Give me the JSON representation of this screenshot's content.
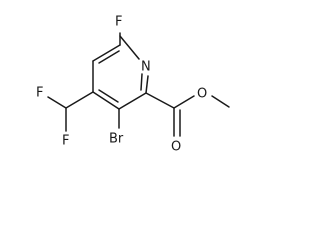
{
  "molecule": {
    "atoms": {
      "f_ring": "F",
      "n_ring": "N",
      "f_top": "F",
      "f_bottom": "F",
      "br": "Br",
      "o_carbonyl": "O",
      "o_ester": "O"
    }
  }
}
